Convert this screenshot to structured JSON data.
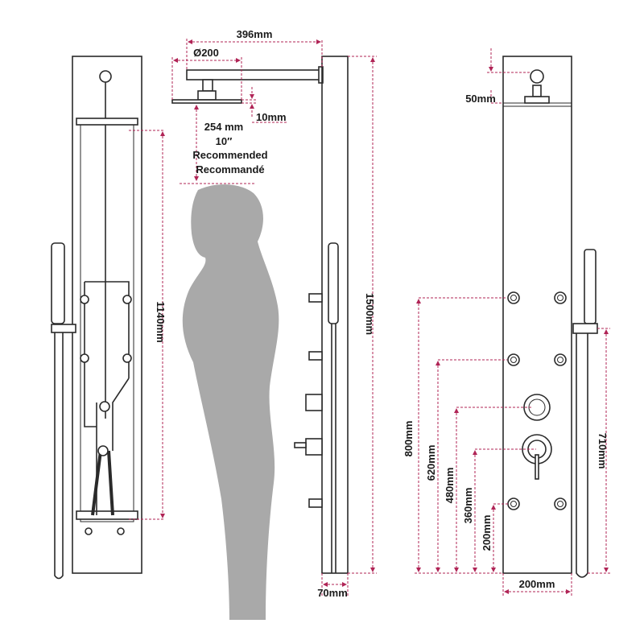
{
  "colors": {
    "dimension": "#b02456",
    "silhouette": "#a9a9a9",
    "outline": "#2a2a2a"
  },
  "left_view": {
    "height_label": "1140mm"
  },
  "side_view": {
    "arm_length": "396mm",
    "head_diameter": "Ø200",
    "head_thickness": "10mm",
    "clearance_mm": "254 mm",
    "clearance_in": "10″",
    "recommended_en": "Recommended",
    "recommended_fr": "Recommandé",
    "panel_height": "1500mm",
    "panel_depth": "70mm"
  },
  "front_view": {
    "top_offset": "50mm",
    "jet_top": "800mm",
    "jet_mid": "620mm",
    "knob": "480mm",
    "valve": "360mm",
    "jet_bottom": "200mm",
    "panel_width": "200mm",
    "hand_holder": "710mm"
  }
}
